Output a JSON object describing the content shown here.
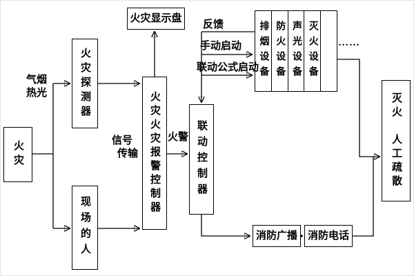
{
  "diagram": {
    "nodes": {
      "fire": "火灾",
      "detector": "火灾探测器",
      "people": "现场的人",
      "display_panel": "火灾显示盘",
      "alarm_controller": "火灾火灾报警控制器",
      "linkage_controller": "联动控制器",
      "broadcast": "消防广播",
      "phone": "消防电话",
      "evacuation": "灭火　人工疏散"
    },
    "equipment": [
      "排烟设备",
      "防火设备",
      "声光设备",
      "灭火设备"
    ],
    "labels": {
      "trigger_line1": "气烟",
      "trigger_line2": "热光",
      "signal_line1": "信号",
      "signal_line2": "传输",
      "fire_alarm": "火警",
      "feedback": "反馈",
      "manual_start": "手动启动",
      "auto_start": "联动公式启动",
      "ellipsis": "……"
    },
    "colors": {
      "line": "#000000",
      "background": "#ffffff",
      "border": "#000000"
    }
  }
}
